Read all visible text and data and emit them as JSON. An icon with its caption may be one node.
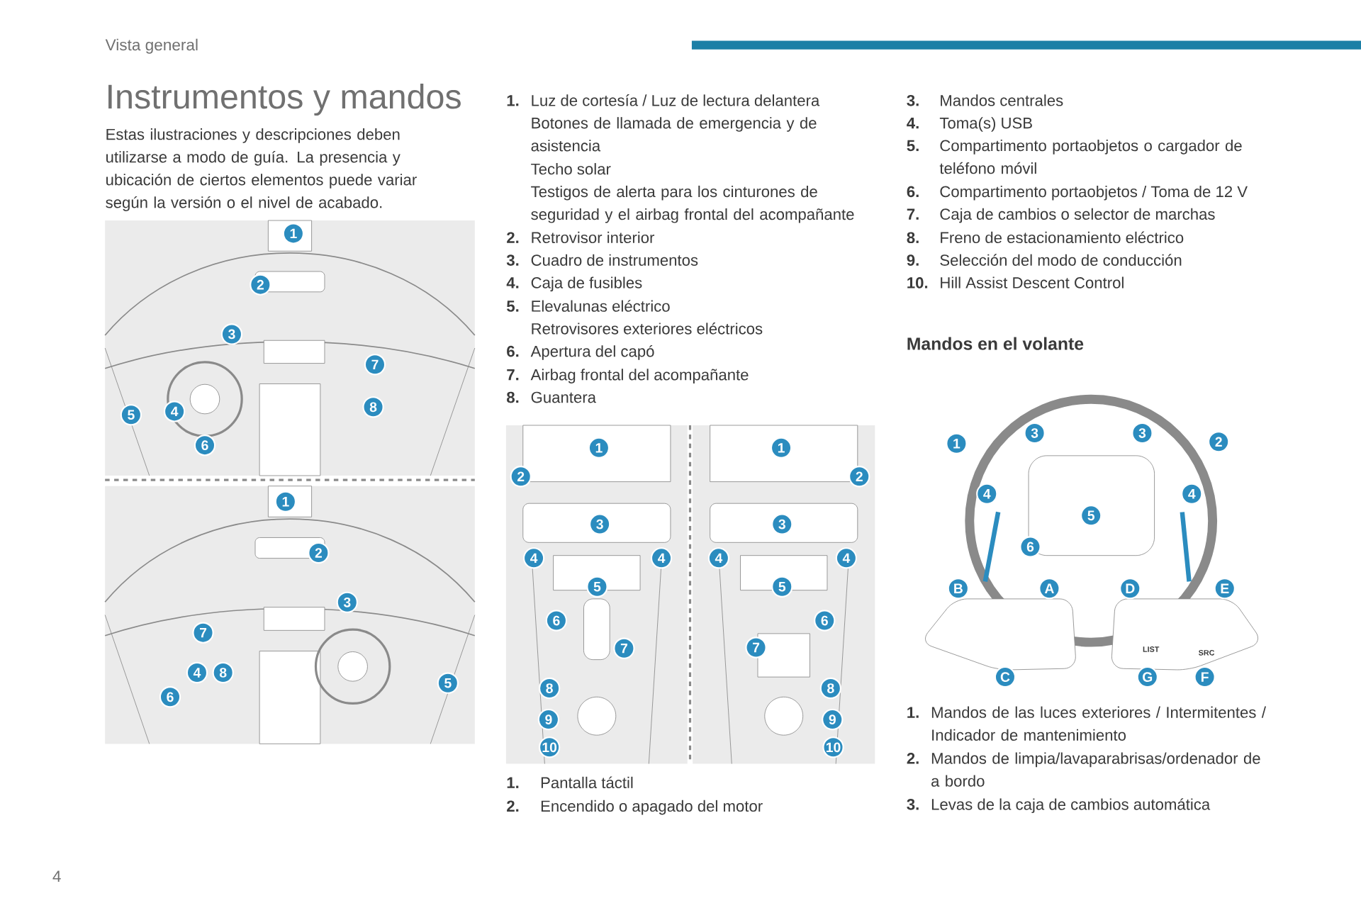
{
  "diagram": {
    "title": "Instrumentos y mandos",
    "labels": [
      "Vista general",
      "Estas ilustraciones y descripciones deben utilizarse a modo de guía. La presencia y ubicación de ciertos elementos puede variar según la versión o el nivel de acabado.",
      "1",
      "2",
      "3",
      "7",
      "5",
      "4",
      "8",
      "6",
      "1",
      "2",
      "3",
      "7",
      "4",
      "8",
      "6",
      "5",
      "1.",
      "Luz de cortesía / Luz de lectura delantera",
      "Botones de llamada de emergencia y de asistencia",
      "Techo solar",
      "Testigos de alerta para los cinturones de seguridad y el airbag frontal del acompañante",
      "2.",
      "Retrovisor interior",
      "3.",
      "Cuadro de instrumentos",
      "4.",
      "Caja de fusibles",
      "5.",
      "Elevalunas eléctrico",
      "Retrovisores exteriores eléctricos",
      "6.",
      "Apertura del capó",
      "7.",
      "Airbag frontal del acompañante",
      "8.",
      "Guantera",
      "1",
      "2",
      "3",
      "4",
      "4",
      "5",
      "6",
      "7",
      "8",
      "9",
      "10",
      "1",
      "2",
      "3",
      "4",
      "4",
      "5",
      "6",
      "7",
      "8",
      "9",
      "10",
      "1.",
      "Pantalla táctil",
      "2.",
      "Encendido o apagado del motor",
      "3.",
      "Mandos centrales",
      "4.",
      "Toma(s) USB",
      "5.",
      "Compartimento portaobjetos o cargador de teléfono móvil",
      "6.",
      "Compartimento portaobjetos / Toma de 12 V",
      "7.",
      "Caja de cambios o selector de marchas",
      "8.",
      "Freno de estacionamiento eléctrico",
      "9.",
      "Selección del modo de conducción",
      "10.",
      "Hill Assist Descent Control",
      "Mandos en el volante",
      "1",
      "3",
      "3",
      "2",
      "4",
      "4",
      "5",
      "6",
      "B",
      "A",
      "D",
      "E",
      "C",
      "G",
      "F",
      "LIST",
      "SRC",
      "1.",
      "Mandos de las luces exteriores / Intermitentes / Indicador de mantenimiento",
      "2.",
      "Mandos de limpia/lavaparabrisas/ordenador de a bordo",
      "3.",
      "Levas de la caja de cambios automática",
      "4"
    ]
  }
}
